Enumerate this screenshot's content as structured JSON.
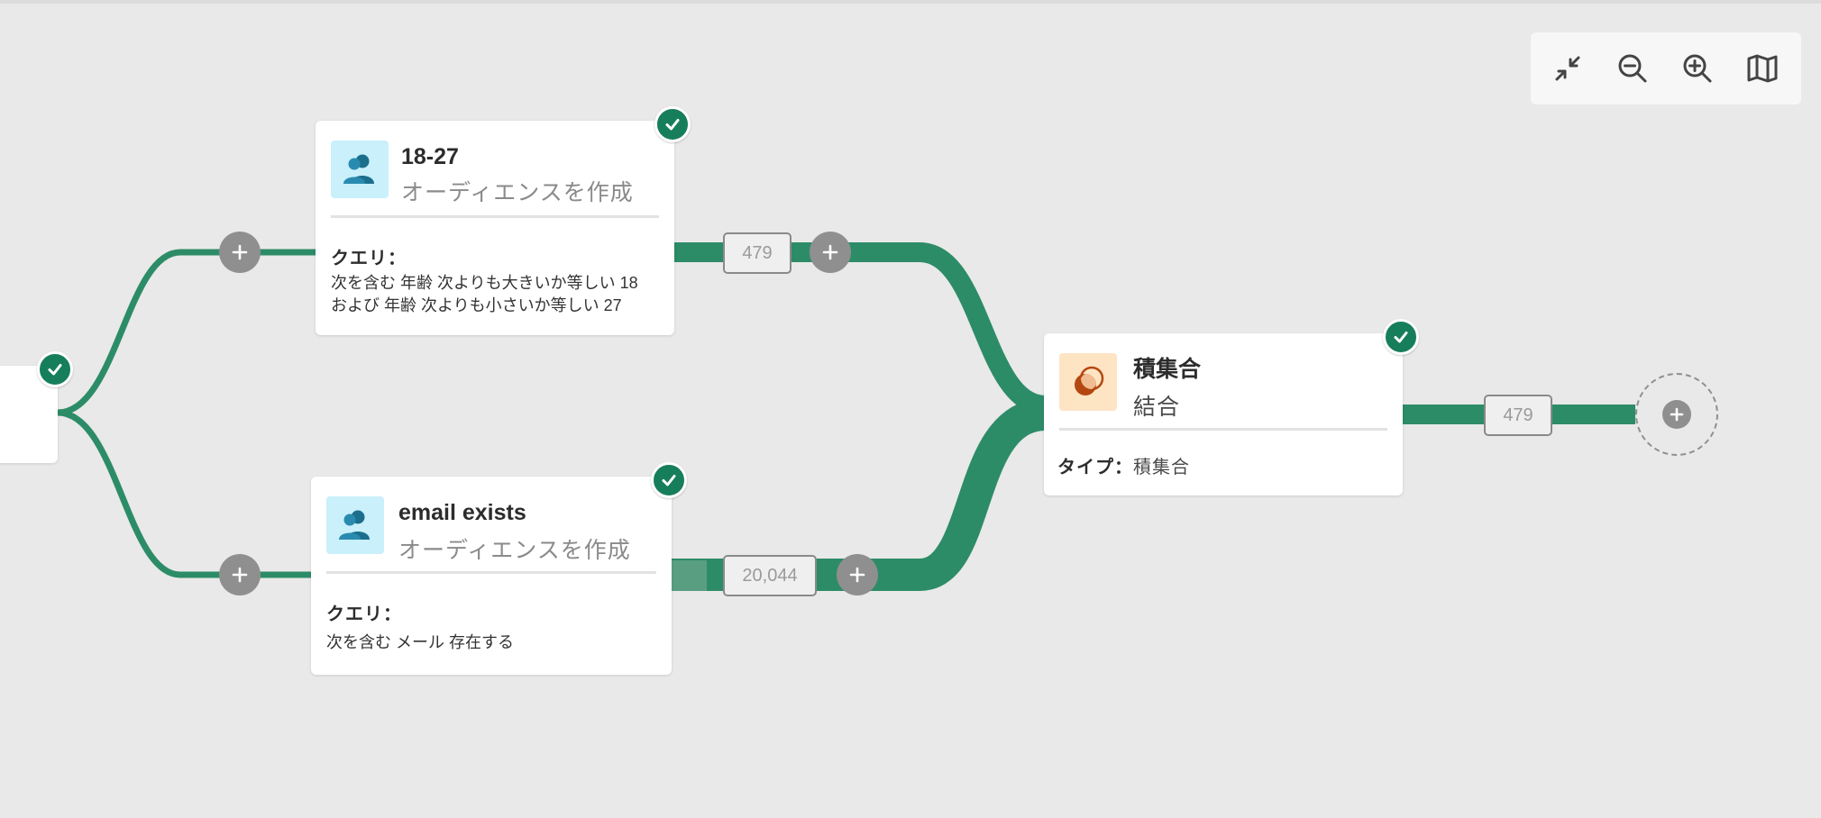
{
  "canvas": {
    "accent_color": "#2d8c68",
    "check_color": "#177e5b"
  },
  "toolbar": {
    "buttons": [
      {
        "name": "collapse",
        "icon": "collapse-arrows-icon"
      },
      {
        "name": "zoom-out",
        "icon": "zoom-out-icon"
      },
      {
        "name": "zoom-in",
        "icon": "zoom-in-icon"
      },
      {
        "name": "map",
        "icon": "map-icon"
      }
    ]
  },
  "nodes": {
    "audience_18_27": {
      "title": "18-27",
      "subtitle": "オーディエンスを作成",
      "query_label": "クエリ：",
      "query_line1": "次を含む 年齢 次よりも大きいか等しい 18",
      "query_line2": "および 年齢 次よりも小さいか等しい 27",
      "icon": "audience-icon",
      "status": "completed"
    },
    "audience_email": {
      "title": "email exists",
      "subtitle": "オーディエンスを作成",
      "query_label": "クエリ：",
      "query_line1": "次を含む メール 存在する",
      "icon": "audience-icon",
      "status": "completed"
    },
    "intersection": {
      "title": "積集合",
      "subtitle": "結合",
      "type_label": "タイプ：",
      "type_value": "積集合",
      "icon": "intersection-icon",
      "status": "completed"
    }
  },
  "counts": {
    "audience_18_27_out": "479",
    "audience_email_out": "20,044",
    "intersection_out": "479"
  }
}
